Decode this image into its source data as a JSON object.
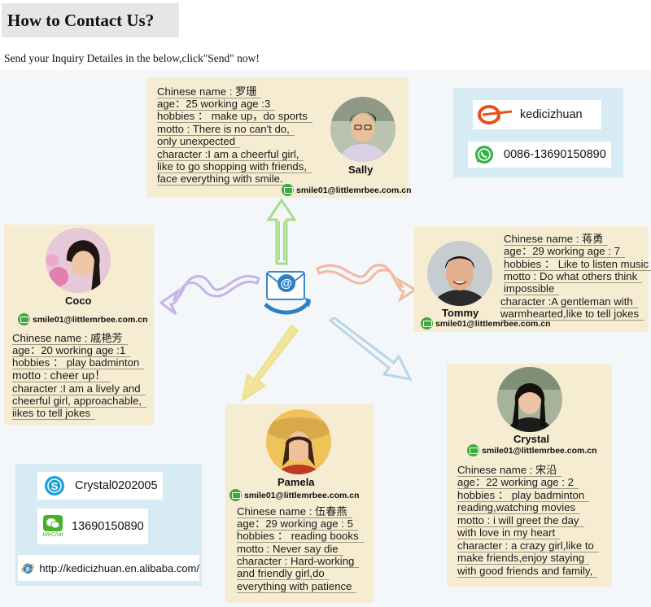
{
  "header": {
    "title": "How to Contact Us?",
    "subtitle": "Send your Inquiry Detailes in the below,click\"Send\" now!"
  },
  "contacts": {
    "sally": {
      "name": "Sally",
      "email": "smile01@littlemrbee.com.cn",
      "lines": [
        "Chinese name : 罗珊",
        "age：25   working age :3",
        "hobbies ： make up，do sports",
        "motto : There is no can't do,",
        "only unexpected",
        "character :I am a cheerful girl,",
        "like to go shopping with friends,",
        "face everything with smile."
      ]
    },
    "coco": {
      "name": "Coco",
      "email": "smile01@littlemrbee.com.cn",
      "lines": [
        "Chinese name : 戚艳芳",
        "age：20   working age :1",
        "hobbies ： play badminton",
        "motto : cheer up！",
        "character :I am a lively and",
        "cheerful girl, approachable,",
        "iikes to tell jokes"
      ]
    },
    "tommy": {
      "name": "Tommy",
      "email": "smile01@littlemrbee.com.cn",
      "lines": [
        "Chinese name : 蒋勇",
        "age：29  working age : 7",
        "hobbies ： Like to listen music",
        "motto : Do what others think",
        "impossible",
        "character :A gentleman with",
        "warmhearted,like to tell jokes"
      ]
    },
    "pamela": {
      "name": "Pamela",
      "email": "smile01@littlemrbee.com.cn",
      "lines": [
        "Chinese name : 伍春燕",
        "age：29   working age : 5",
        "hobbies ： reading books",
        "motto : Never say die",
        "character : Hard-working",
        "and friendly girl,do",
        "everything with patience"
      ]
    },
    "crystal": {
      "name": "Crystal",
      "email": "smile01@littlemrbee.com.cn",
      "lines": [
        "Chinese name : 宋沿",
        "age：22   working age : 2",
        "hobbies ： play badminton",
        "reading,watching movies",
        "motto : i will greet the day",
        "with love in my heart",
        "character : a crazy girl,like to",
        "make friends,enjoy staying",
        "with good friends and family,"
      ]
    }
  },
  "company_box": {
    "brand": "kedicizhuan",
    "whatsapp": "0086-13690150890"
  },
  "contact_box": {
    "skype": "Crystal0202005",
    "wechat": "13690150890",
    "wechat_caption": "WeChat",
    "website": "http://kedicizhuan.en.alibaba.com/"
  },
  "colors": {
    "card_bg": "#f6ecd2",
    "box_bg": "#d6ebf4",
    "stage_bg": "#f3f7f9",
    "arrow_up": "#a8dc8c",
    "arrow_left": "#c7b3e6",
    "arrow_right": "#f3b9a0",
    "arrow_down_left": "#f1e49c",
    "arrow_down_right": "#b9d5ea"
  },
  "icons": [
    "mail-send-icon",
    "email-icon",
    "whatsapp-icon",
    "skype-icon",
    "wechat-icon",
    "internet-explorer-icon",
    "alibaba-logo"
  ]
}
